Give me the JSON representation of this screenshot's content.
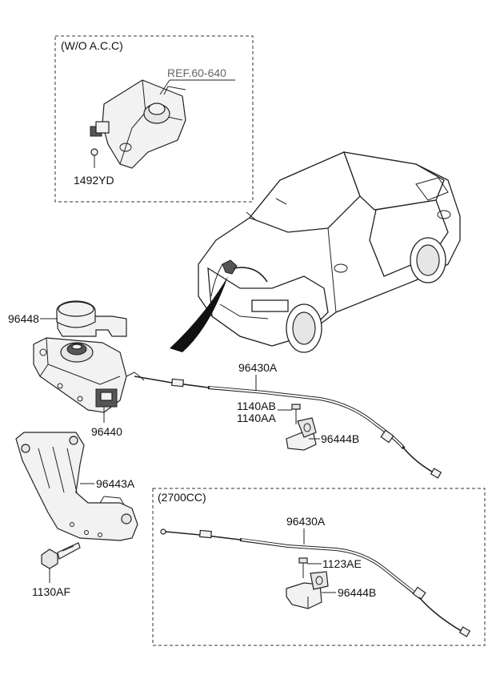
{
  "boxes": {
    "wo_acc_caption": "(W/O A.C.C)",
    "cc2700_caption": "(2700CC)"
  },
  "labels": {
    "ref": "REF.60-640",
    "p1492yd": "1492YD",
    "p96448": "96448",
    "p96440": "96440",
    "p96443a": "96443A",
    "p1130af": "1130AF",
    "p96430a_top": "96430A",
    "p1140ab": "1140AB",
    "p1140aa": "1140AA",
    "p96444b_top": "96444B",
    "p96430a_bottom": "96430A",
    "p1123ae": "1123AE",
    "p96444b_bottom": "96444B"
  }
}
